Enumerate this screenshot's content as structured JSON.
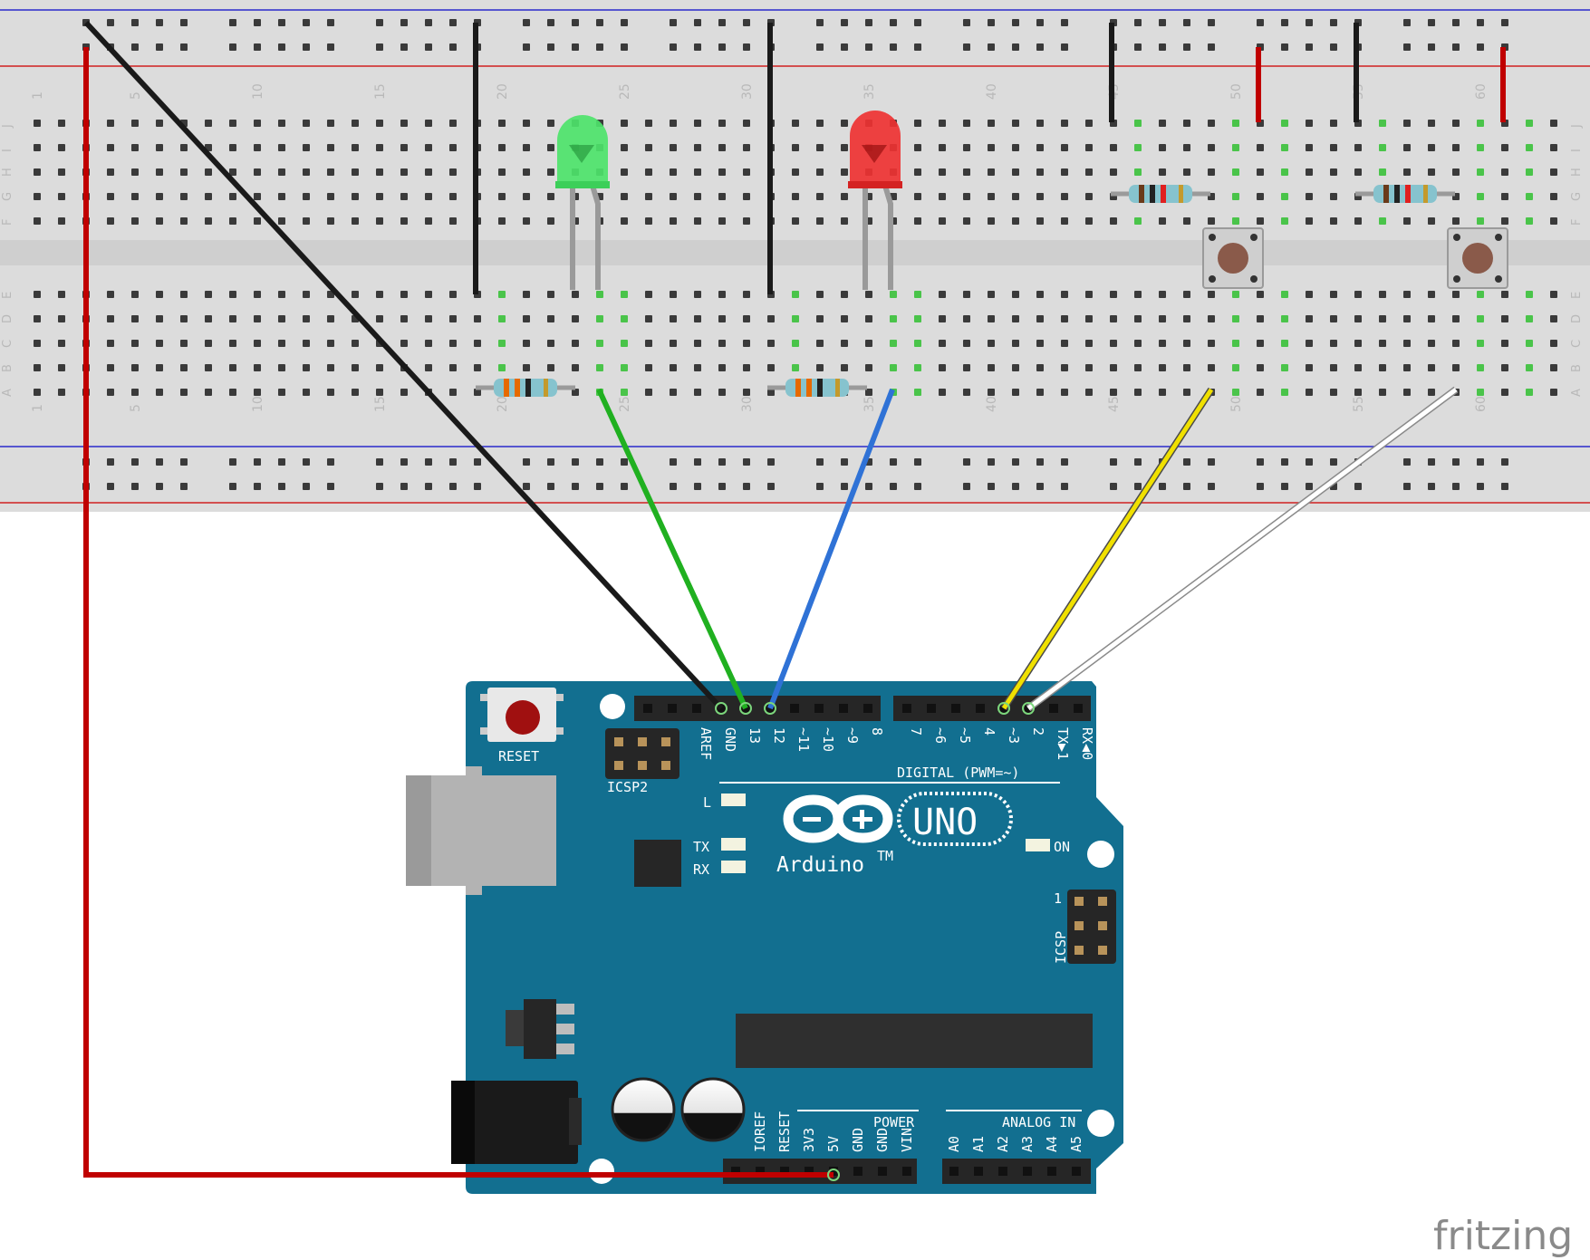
{
  "breadboard": {
    "column_numbers": [
      "1",
      "5",
      "10",
      "15",
      "20",
      "25",
      "30",
      "35",
      "40",
      "45",
      "50",
      "55",
      "60"
    ],
    "row_letters_top": [
      "J",
      "I",
      "H",
      "G",
      "F"
    ],
    "row_letters_bottom": [
      "E",
      "D",
      "C",
      "B",
      "A"
    ]
  },
  "arduino": {
    "reset_label": "RESET",
    "icsp2_label": "ICSP2",
    "icsp_label": "ICSP",
    "icsp_pin1": "1",
    "digital_header_label": "DIGITAL (PWM=~)",
    "digital_pins": [
      "AREF",
      "GND",
      "13",
      "12",
      "~11",
      "~10",
      "~9",
      "8",
      "7",
      "~6",
      "~5",
      "4",
      "~3",
      "2",
      "TX▶1",
      "RX◀0"
    ],
    "led_l": "L",
    "led_tx": "TX",
    "led_rx": "RX",
    "led_on": "ON",
    "logo_text": "Arduino",
    "logo_tm": "TM",
    "uno_text": "UNO",
    "power_header_label": "POWER",
    "power_pins": [
      "IOREF",
      "RESET",
      "3V3",
      "5V",
      "GND",
      "GND",
      "VIN"
    ],
    "analog_header_label": "ANALOG IN",
    "analog_pins": [
      "A0",
      "A1",
      "A2",
      "A3",
      "A4",
      "A5"
    ]
  },
  "components": {
    "leds": [
      {
        "color": "green",
        "hex": "#4de36a"
      },
      {
        "color": "red",
        "hex": "#ee3232"
      }
    ],
    "resistor_count": 4,
    "pushbutton_count": 2
  },
  "wires": [
    {
      "id": "gnd-wire",
      "color": "#1a1a1a"
    },
    {
      "id": "5v-wire",
      "color": "#c00000"
    },
    {
      "id": "pin13-wire",
      "color": "#20b020"
    },
    {
      "id": "pin12-wire",
      "color": "#2f72d6"
    },
    {
      "id": "pin3-wire",
      "color": "#f0e000"
    },
    {
      "id": "pin2-wire",
      "color": "#ffffff"
    }
  ],
  "watermark": "fritzing"
}
